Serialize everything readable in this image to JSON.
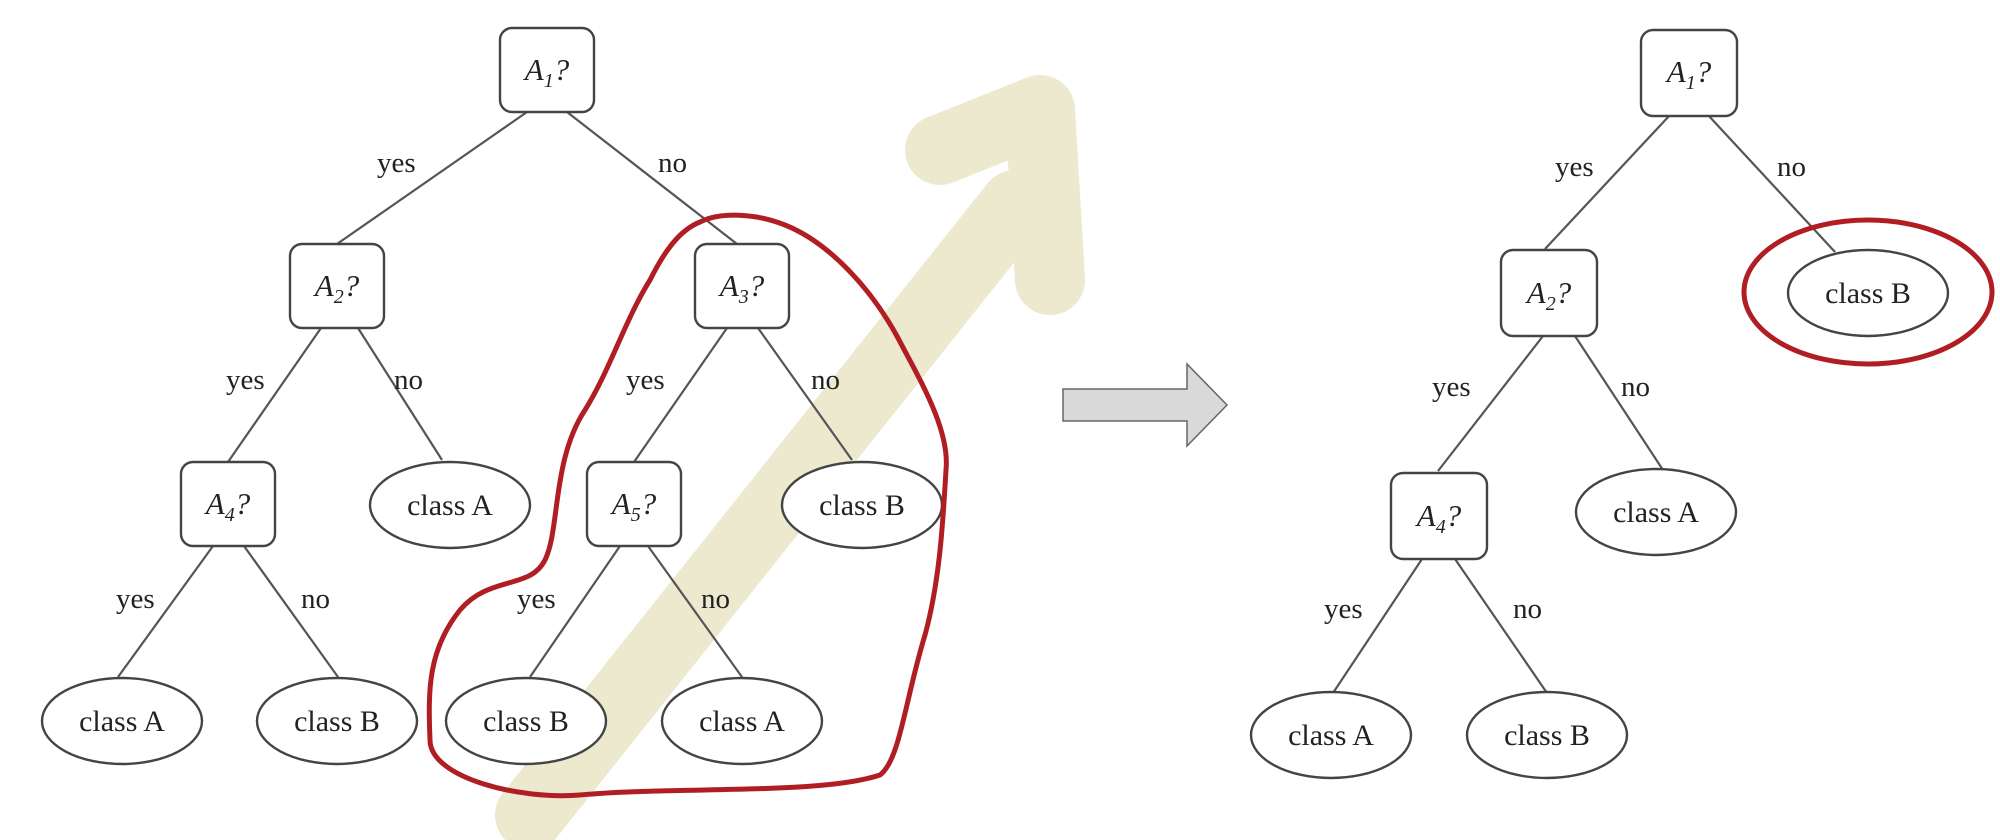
{
  "colors": {
    "line": "#555555",
    "highlight_outline": "#b01e24",
    "arrow_stroke": "#ece9cf",
    "transform_arrow_fill": "#d9d9d9"
  },
  "labels": {
    "yes": "yes",
    "no": "no",
    "class_a": "class A",
    "class_b": "class B"
  },
  "tests": {
    "a1": {
      "letter": "A",
      "index": "1",
      "mark": "?"
    },
    "a2": {
      "letter": "A",
      "index": "2",
      "mark": "?"
    },
    "a3": {
      "letter": "A",
      "index": "3",
      "mark": "?"
    },
    "a4": {
      "letter": "A",
      "index": "4",
      "mark": "?"
    },
    "a5": {
      "letter": "A",
      "index": "5",
      "mark": "?"
    }
  }
}
